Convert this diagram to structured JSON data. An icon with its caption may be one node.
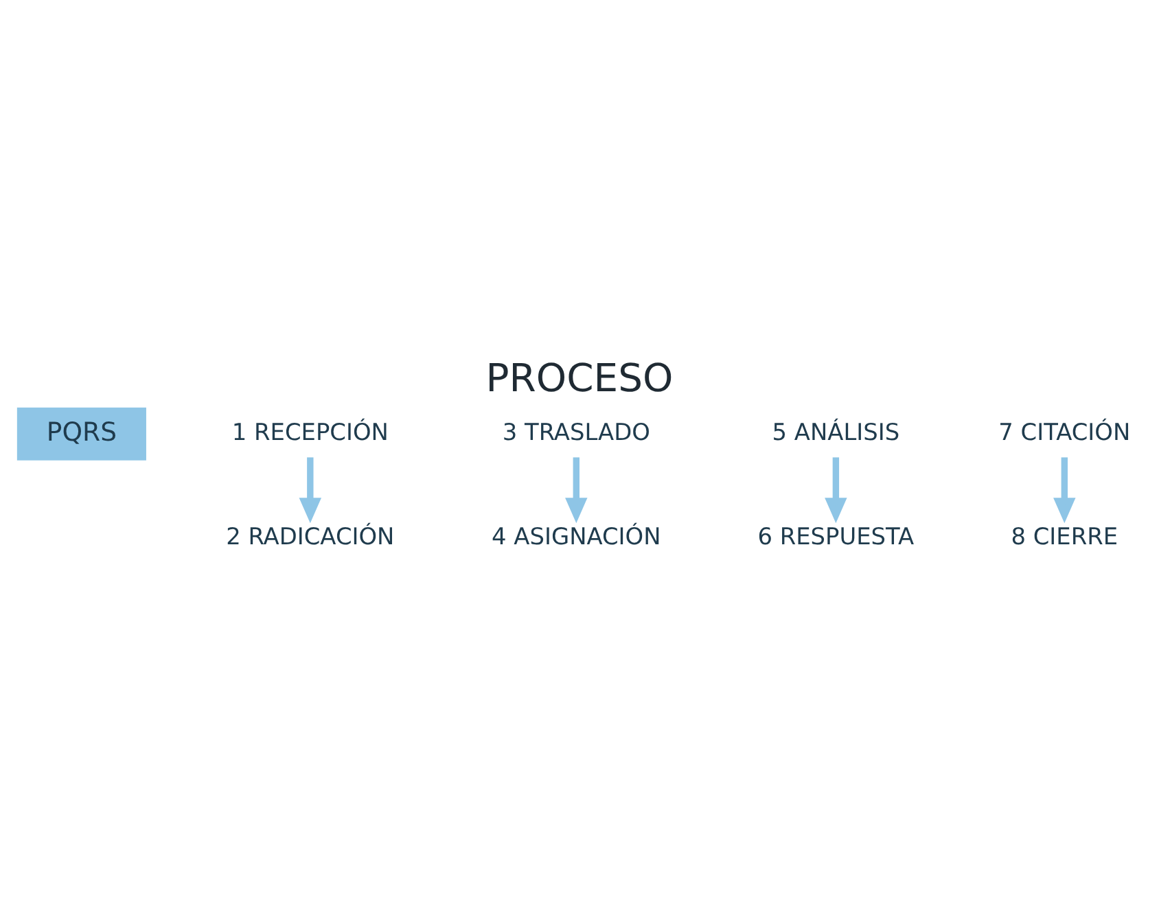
{
  "diagram": {
    "title": "PROCESO",
    "nodes": [
      {
        "text": [
          "PQRS"
        ]
      },
      {
        "text": [
          "1 RECEPCIÓN"
        ]
      },
      {
        "text": [
          "2 RADICACIÓN"
        ]
      },
      {
        "text": [
          "3 TRASLADO"
        ]
      },
      {
        "text": [
          "4 ASIGNACIÓN"
        ]
      },
      {
        "text": [
          "5 ANÁLISIS"
        ]
      },
      {
        "text": [
          "6 RESPUESTA"
        ]
      },
      {
        "text": [
          "7 CITACIÓN"
        ]
      },
      {
        "text": [
          "8 CIERRE"
        ]
      }
    ],
    "edges": [
      {
        "from": 1,
        "to": 2,
        "arrow": "to"
      },
      {
        "from": 3,
        "to": 4,
        "arrow": "to"
      },
      {
        "from": 5,
        "to": 6,
        "arrow": "to"
      },
      {
        "from": 7,
        "to": 8,
        "arrow": "to"
      }
    ]
  }
}
